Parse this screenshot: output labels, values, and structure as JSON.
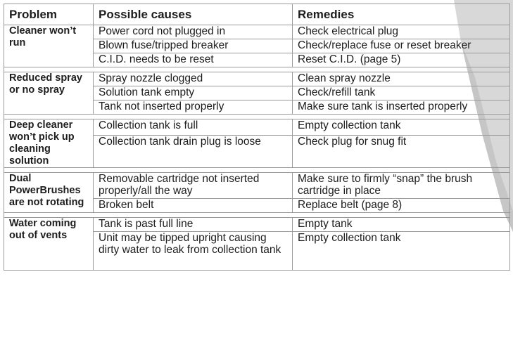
{
  "headers": {
    "problem": "Problem",
    "causes": "Possible causes",
    "remedies": "Remedies"
  },
  "groups": [
    {
      "problem": "Cleaner won’t run",
      "rows": [
        {
          "cause": "Power cord not plugged in",
          "remedy": "Check electrical plug"
        },
        {
          "cause": "Blown fuse/tripped breaker",
          "remedy": "Check/replace fuse or reset breaker"
        },
        {
          "cause": "C.I.D. needs to be reset",
          "remedy": "Reset C.I.D. (page 5)"
        }
      ]
    },
    {
      "problem": "Reduced spray or no spray",
      "rows": [
        {
          "cause": "Spray nozzle clogged",
          "remedy": "Clean spray nozzle"
        },
        {
          "cause": "Solution tank empty",
          "remedy": "Check/refill tank"
        },
        {
          "cause": "Tank not inserted properly",
          "remedy": "Make sure tank is inserted properly"
        }
      ]
    },
    {
      "problem": "Deep cleaner won’t pick up cleaning solution",
      "rows": [
        {
          "cause": "Collection tank is full",
          "remedy": "Empty collection tank"
        },
        {
          "cause": "Collection tank drain plug is loose",
          "remedy": "Check plug for snug fit"
        }
      ]
    },
    {
      "problem": "Dual PowerBrushes are not rotating",
      "rows": [
        {
          "cause": "Removable cartridge not inserted properly/all the way",
          "remedy": "Make sure to firmly “snap” the brush cartridge in place"
        },
        {
          "cause": "Broken belt",
          "remedy": "Replace belt (page 8)"
        }
      ]
    },
    {
      "problem": "Water coming out of vents",
      "rows": [
        {
          "cause": "Tank is past full line",
          "remedy": "Empty tank"
        },
        {
          "cause": "Unit may be tipped upright causing dirty water to leak from collection tank",
          "remedy": "Empty collection tank"
        }
      ]
    }
  ]
}
